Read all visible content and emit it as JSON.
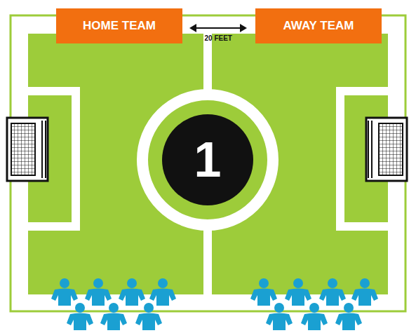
{
  "diagram": {
    "nodes": [
      {
        "text": [
          "HOME TEAM"
        ]
      },
      {
        "text": [
          "AWAY TEAM"
        ]
      },
      {
        "text": [
          "1"
        ]
      }
    ],
    "labels": [
      "20 FEET"
    ]
  }
}
